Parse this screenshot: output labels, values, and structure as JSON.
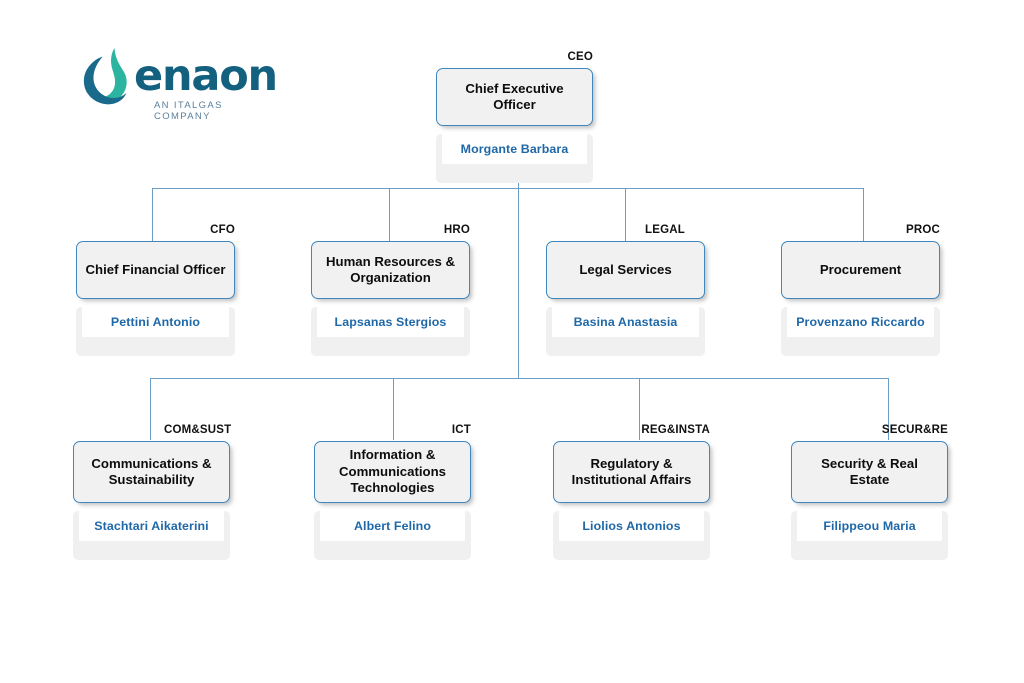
{
  "logo": {
    "wordmark": "enaon",
    "tagline": "AN ITALGAS COMPANY",
    "mark_name": "enaon-flame-droplet-logo",
    "colors": {
      "teal": "#2bb5a0",
      "deep_blue": "#1a6a8c",
      "wordmark_text": "#13607f",
      "tagline_text": "#5b7f9c"
    }
  },
  "colors": {
    "box_border": "#3f87bd",
    "box_fill": "#f1f1f1",
    "connector": "#6b9dc6",
    "person_text": "#1f68a8",
    "title_text": "#0d0d0d",
    "code_text": "#111111",
    "background": "#ffffff"
  },
  "chart_data": {
    "type": "org-chart",
    "title": "enaon Organizational Chart",
    "levels": 3,
    "root": "CEO"
  },
  "org": {
    "ceo": {
      "code": "CEO",
      "title": "Chief Executive Officer",
      "person": "Morgante Barbara"
    },
    "level2": [
      {
        "code": "CFO",
        "title": "Chief Financial Officer",
        "person": "Pettini Antonio"
      },
      {
        "code": "HRO",
        "title": "Human Resources & Organization",
        "person": "Lapsanas Stergios"
      },
      {
        "code": "LEGAL",
        "title": "Legal Services",
        "person": "Basina Anastasia"
      },
      {
        "code": "PROC",
        "title": "Procurement",
        "person": "Provenzano Riccardo"
      }
    ],
    "level3": [
      {
        "code": "COM&SUST",
        "title": "Communications & Sustainability",
        "person": "Stachtari Aikaterini"
      },
      {
        "code": "ICT",
        "title": "Information & Communications Technologies",
        "person": "Albert Felino"
      },
      {
        "code": "REG&INSTA",
        "title": "Regulatory & Institutional Affairs",
        "person": "Liolios Antonios"
      },
      {
        "code": "SECUR&RE",
        "title": "Security & Real Estate",
        "person": "Filippeou Maria"
      }
    ]
  }
}
